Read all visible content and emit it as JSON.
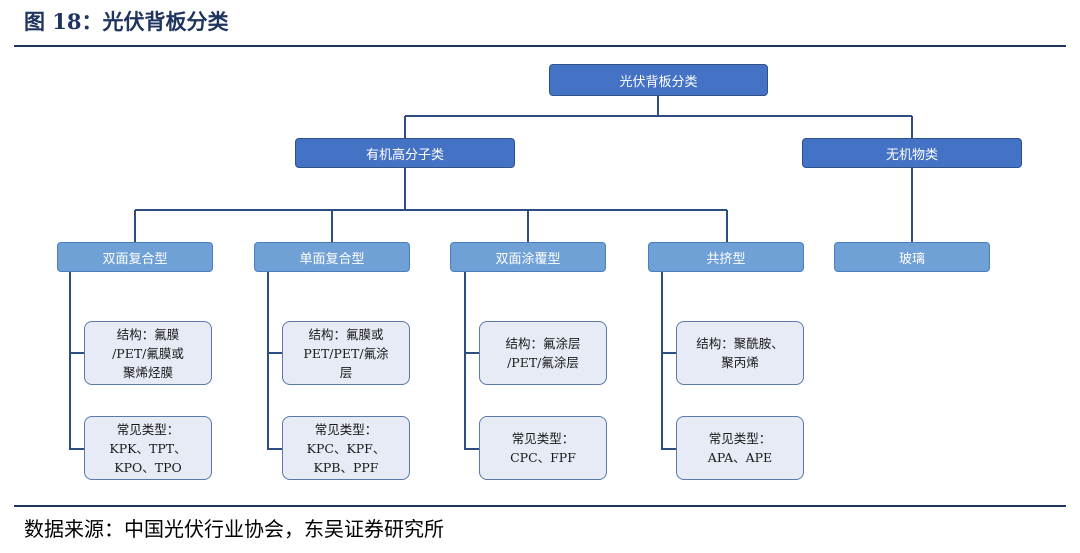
{
  "figure": {
    "title": "图 18：光伏背板分类",
    "source": "数据来源：中国光伏行业协会，东吴证券研究所"
  },
  "tree": {
    "root": "光伏背板分类",
    "organic": "有机高分子类",
    "inorganic": "无机物类",
    "double_composite": "双面复合型",
    "single_composite": "单面复合型",
    "double_coating": "双面涂覆型",
    "coextrusion": "共挤型",
    "glass": "玻璃",
    "double_composite_structure": "结构：氟膜\n/PET/氟膜或\n聚烯烃膜",
    "double_composite_types": "常见类型：\nKPK、TPT、\nKPO、TPO",
    "single_composite_structure": "结构：氟膜或\nPET/PET/氟涂\n层",
    "single_composite_types": "常见类型：\nKPC、KPF、\nKPB、PPF",
    "double_coating_structure": "结构：氟涂层\n/PET/氟涂层",
    "double_coating_types": "常见类型：\nCPC、FPF",
    "coextrusion_structure": "结构：聚酰胺、\n聚丙烯",
    "coextrusion_types": "常见类型：\nAPA、APE"
  }
}
